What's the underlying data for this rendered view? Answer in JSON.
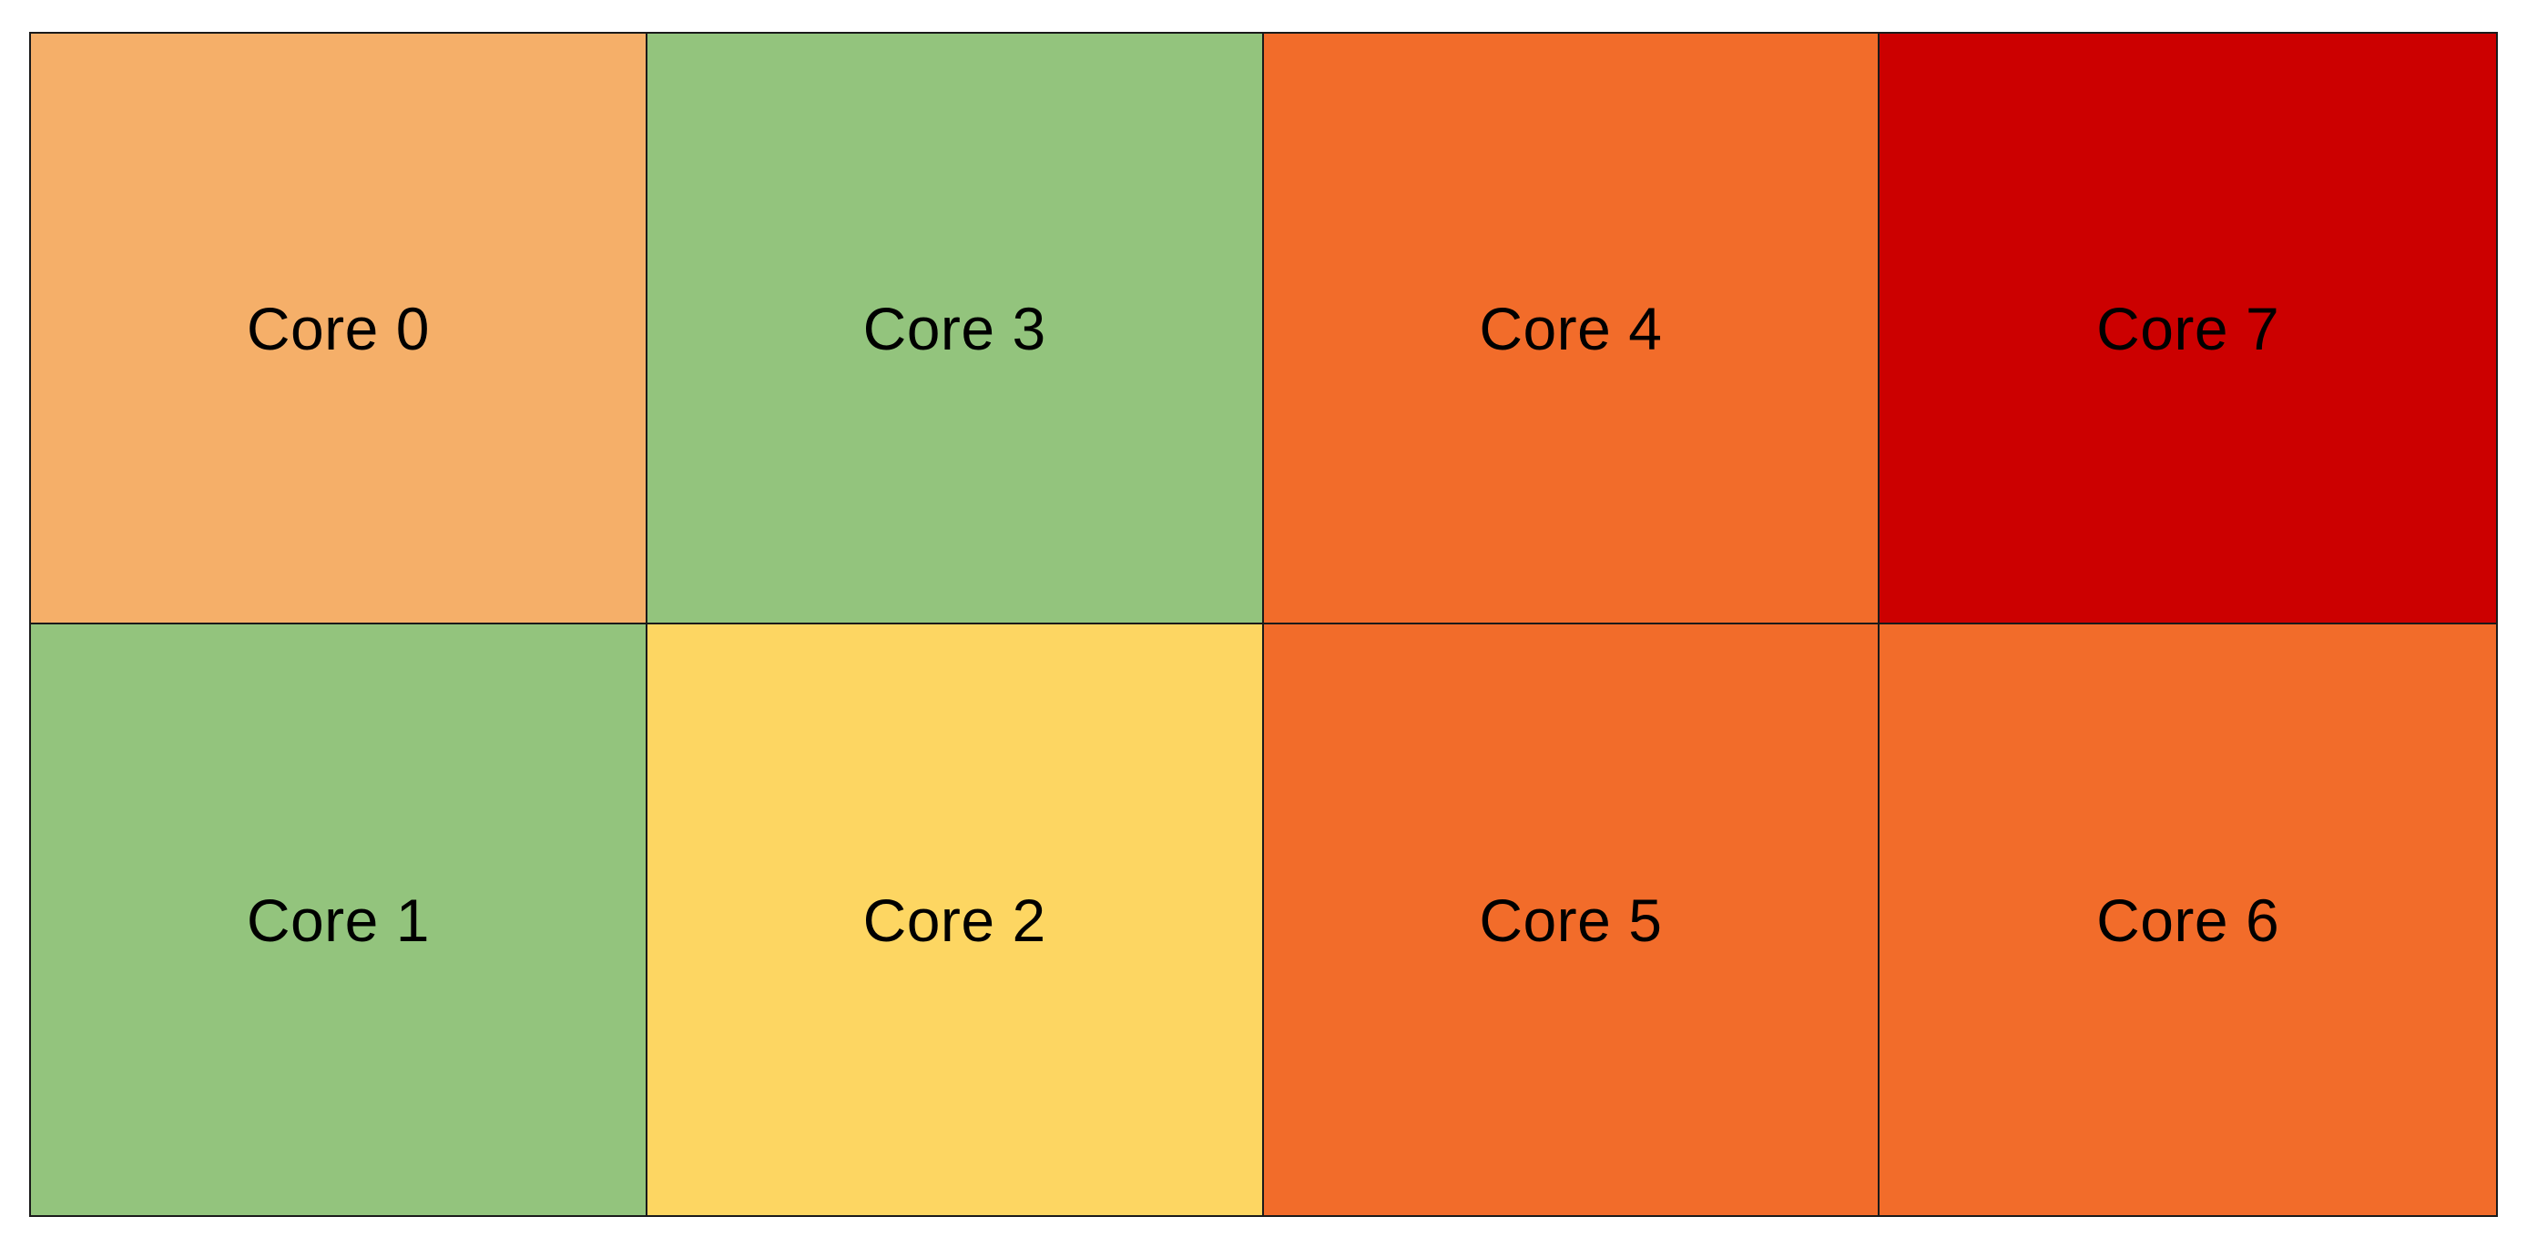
{
  "cores": [
    {
      "label": "Core 0",
      "color": "#F5AF69"
    },
    {
      "label": "Core 3",
      "color": "#93C47D"
    },
    {
      "label": "Core 4",
      "color": "#F26C2A"
    },
    {
      "label": "Core 7",
      "color": "#CC0000"
    },
    {
      "label": "Core 1",
      "color": "#93C47D"
    },
    {
      "label": "Core 2",
      "color": "#FDD662"
    },
    {
      "label": "Core 5",
      "color": "#F26C2A"
    },
    {
      "label": "Core 6",
      "color": "#F26C2A"
    }
  ]
}
